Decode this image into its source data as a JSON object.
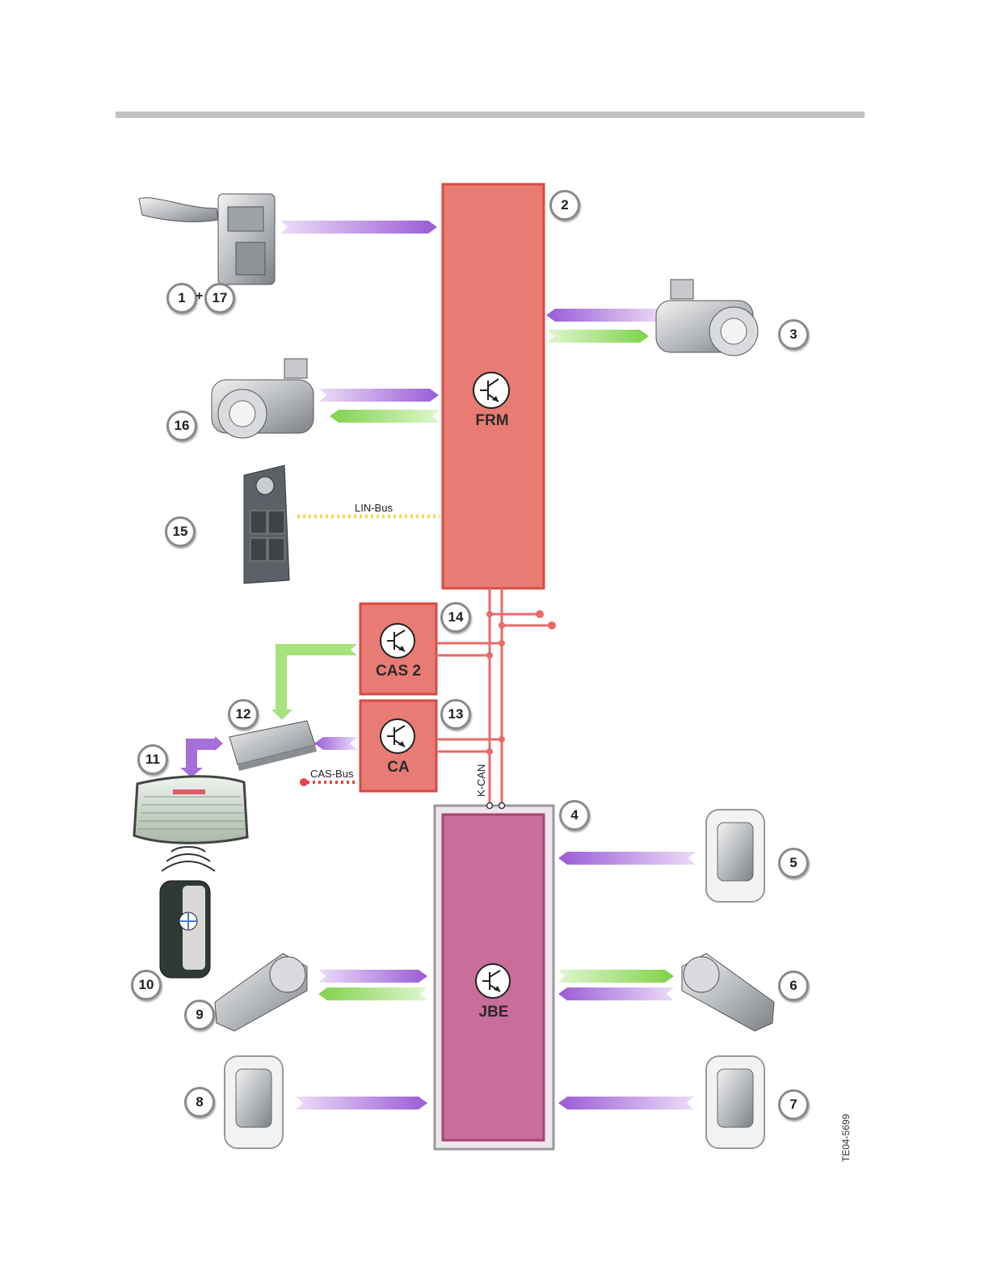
{
  "modules": {
    "frm": "FRM",
    "cas2": "CAS 2",
    "ca": "CA",
    "jbe": "JBE"
  },
  "bus_labels": {
    "lin_bus": "LIN-Bus",
    "cas_bus": "CAS-Bus",
    "k_can": "K-CAN"
  },
  "callouts": {
    "n1": "1",
    "plus": "+",
    "n17": "17",
    "n2": "2",
    "n3": "3",
    "n4": "4",
    "n5": "5",
    "n6": "6",
    "n7": "7",
    "n8": "8",
    "n9": "9",
    "n10": "10",
    "n11": "11",
    "n12": "12",
    "n13": "13",
    "n14": "14",
    "n15": "15",
    "n16": "16"
  },
  "figure_code": "TE04-5699",
  "colors": {
    "module_red": "#e87c75",
    "module_red_border": "#d94a42",
    "jbe_fill": "#c96e9a",
    "purple_arrow": "#a66fd8",
    "green_arrow": "#8fd85f",
    "bus_line": "#ea6a6a",
    "lin_dots": "#f2dc57",
    "cas_bus_dots": "#e24747"
  }
}
